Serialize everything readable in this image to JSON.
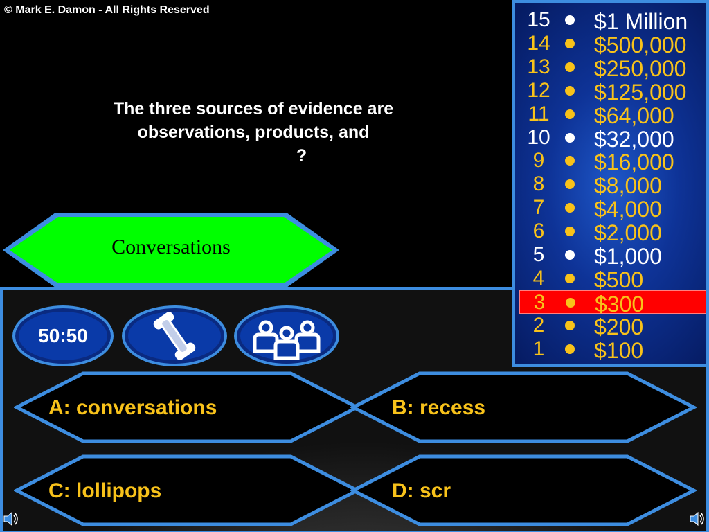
{
  "copyright": "© Mark E. Damon - All Rights Reserved",
  "question": {
    "line1": "The three sources of evidence are",
    "line2": "observations, products, and",
    "line3": "__________?"
  },
  "revealed_answer": "Conversations",
  "lifelines": [
    {
      "id": "fifty-fifty",
      "label": "50:50",
      "icon": "fifty-fifty-icon"
    },
    {
      "id": "phone",
      "icon": "phone-icon"
    },
    {
      "id": "audience",
      "icon": "audience-icon"
    }
  ],
  "options": {
    "a": "A:  conversations",
    "b": "B:  recess",
    "c": "C:  lollipops",
    "d": "D:  scr"
  },
  "ladder": [
    {
      "level": "15",
      "amount": "$1 Million",
      "milestone": true
    },
    {
      "level": "14",
      "amount": "$500,000"
    },
    {
      "level": "13",
      "amount": "$250,000"
    },
    {
      "level": "12",
      "amount": "$125,000"
    },
    {
      "level": "11",
      "amount": "$64,000"
    },
    {
      "level": "10",
      "amount": "$32,000",
      "milestone": true
    },
    {
      "level": "9",
      "amount": "$16,000"
    },
    {
      "level": "8",
      "amount": "$8,000"
    },
    {
      "level": "7",
      "amount": "$4,000"
    },
    {
      "level": "6",
      "amount": "$2,000"
    },
    {
      "level": "5",
      "amount": "$1,000",
      "milestone": true
    },
    {
      "level": "4",
      "amount": "$500"
    },
    {
      "level": "3",
      "amount": "$300",
      "current": true
    },
    {
      "level": "2",
      "amount": "$200"
    },
    {
      "level": "1",
      "amount": "$100"
    }
  ],
  "colors": {
    "gold": "#f8c21a",
    "border_blue": "#3d8de0",
    "ladder_blue": "#0e3397",
    "current_red": "#ff0000",
    "correct_green": "#00ff00"
  }
}
